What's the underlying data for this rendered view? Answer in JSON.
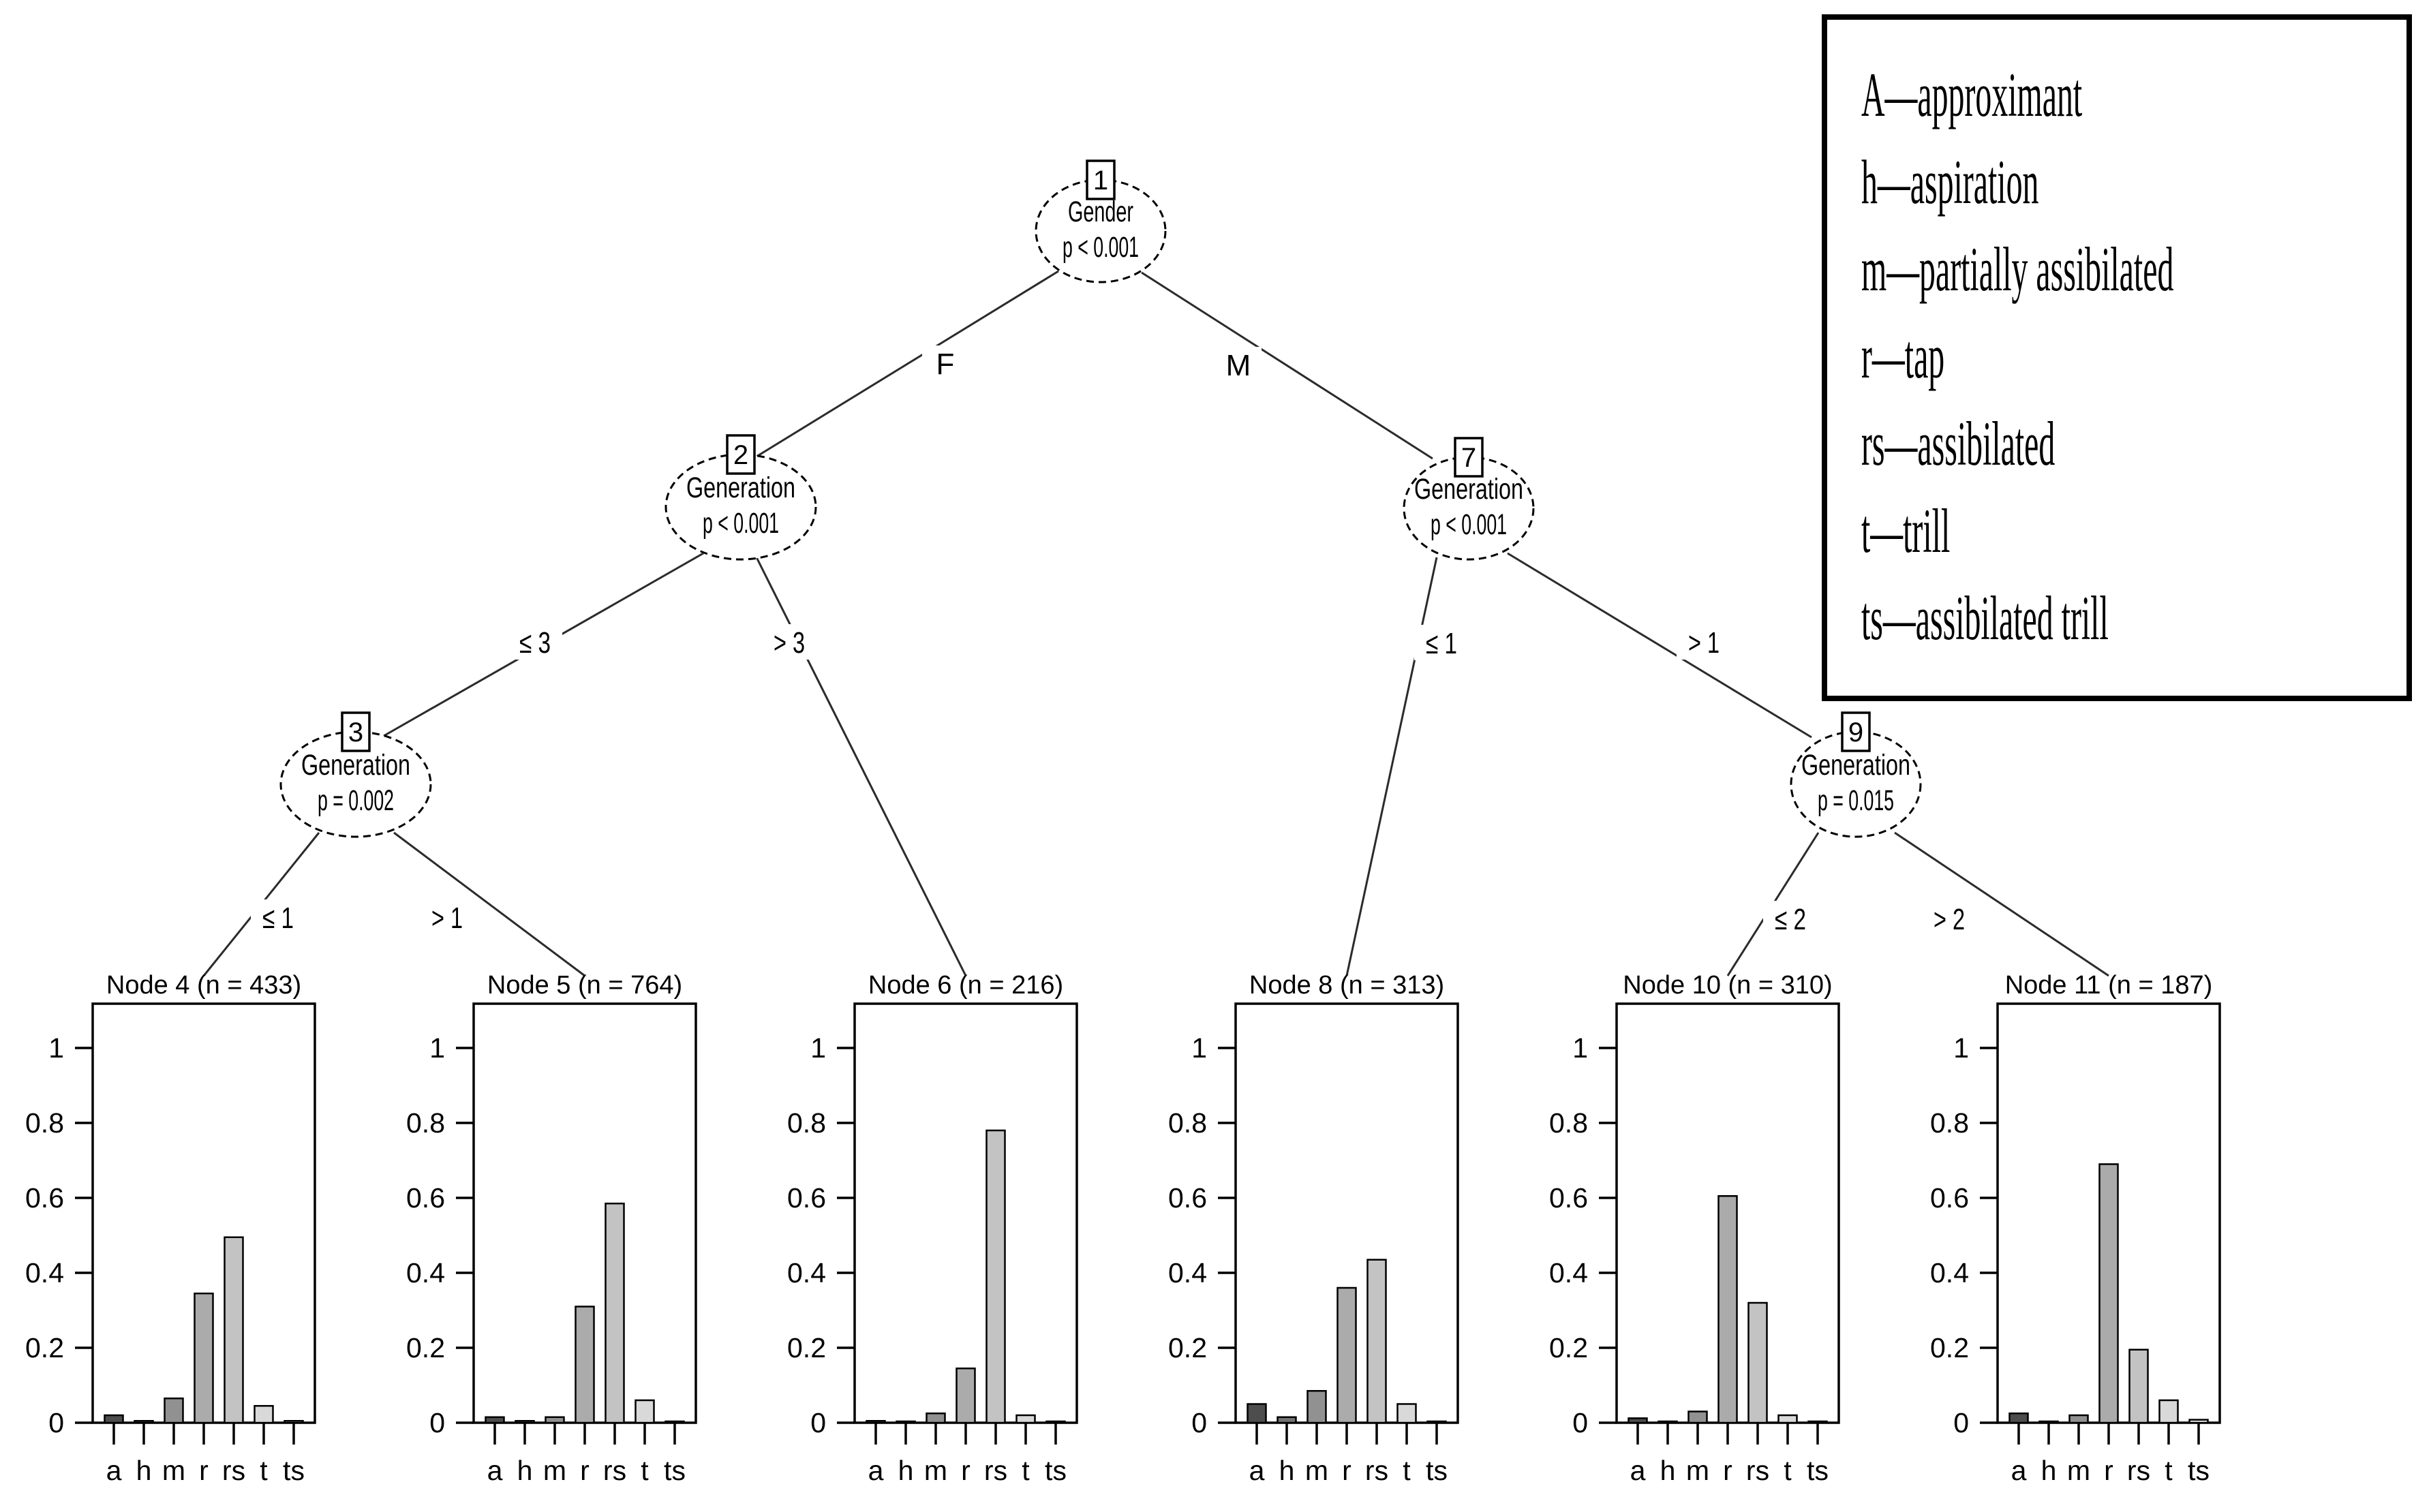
{
  "figure": {
    "background": "#ffffff",
    "bar_colors": [
      "#4D4D4D",
      "#737373",
      "#919191",
      "#ABABAB",
      "#C3C3C3",
      "#D9D9D9",
      "#EDEDED"
    ],
    "line_color": "#2b2b2b",
    "text_color": "#000000"
  },
  "legend": {
    "separator": "—",
    "items": [
      {
        "code": "A",
        "name": "approximant"
      },
      {
        "code": "h",
        "name": "aspiration"
      },
      {
        "code": "m",
        "name": "partially assibilated"
      },
      {
        "code": "r",
        "name": "tap"
      },
      {
        "code": "rs",
        "name": "assibilated"
      },
      {
        "code": "t",
        "name": "trill"
      },
      {
        "code": "ts",
        "name": "assibilated trill"
      }
    ]
  },
  "tree": {
    "inner_nodes": [
      {
        "id": "1",
        "variable": "Gender",
        "p_value": "p < 0.001"
      },
      {
        "id": "2",
        "variable": "Generation",
        "p_value": "p < 0.001"
      },
      {
        "id": "3",
        "variable": "Generation",
        "p_value": "p = 0.002"
      },
      {
        "id": "7",
        "variable": "Generation",
        "p_value": "p < 0.001"
      },
      {
        "id": "9",
        "variable": "Generation",
        "p_value": "p = 0.015"
      }
    ],
    "edge_labels": [
      "F",
      "M",
      "≤ 3",
      "> 3",
      "≤ 1",
      "> 1",
      "≤ 1",
      "> 1",
      "≤ 2",
      "> 2"
    ]
  },
  "chart_data": [
    {
      "type": "bar",
      "title": "Node 4 (n = 433)",
      "node_id": 4,
      "n": 433,
      "categories": [
        "a",
        "h",
        "m",
        "r",
        "rs",
        "t",
        "ts"
      ],
      "values": [
        0.02,
        0.005,
        0.065,
        0.345,
        0.495,
        0.045,
        0.005
      ],
      "ylim": [
        0,
        1.1
      ],
      "yticks": [
        0,
        0.2,
        0.4,
        0.6,
        0.8,
        1
      ],
      "grid": false
    },
    {
      "type": "bar",
      "title": "Node 5 (n = 764)",
      "node_id": 5,
      "n": 764,
      "categories": [
        "a",
        "h",
        "m",
        "r",
        "rs",
        "t",
        "ts"
      ],
      "values": [
        0.015,
        0.005,
        0.015,
        0.31,
        0.585,
        0.06,
        0.003
      ],
      "ylim": [
        0,
        1.1
      ],
      "yticks": [
        0,
        0.2,
        0.4,
        0.6,
        0.8,
        1
      ],
      "grid": false
    },
    {
      "type": "bar",
      "title": "Node 6 (n = 216)",
      "node_id": 6,
      "n": 216,
      "categories": [
        "a",
        "h",
        "m",
        "r",
        "rs",
        "t",
        "ts"
      ],
      "values": [
        0.005,
        0.002,
        0.025,
        0.145,
        0.78,
        0.02,
        0.002
      ],
      "ylim": [
        0,
        1.1
      ],
      "yticks": [
        0,
        0.2,
        0.4,
        0.6,
        0.8,
        1
      ],
      "grid": false
    },
    {
      "type": "bar",
      "title": "Node 8 (n = 313)",
      "node_id": 8,
      "n": 313,
      "categories": [
        "a",
        "h",
        "m",
        "r",
        "rs",
        "t",
        "ts"
      ],
      "values": [
        0.05,
        0.015,
        0.085,
        0.36,
        0.435,
        0.05,
        0.002
      ],
      "ylim": [
        0,
        1.1
      ],
      "yticks": [
        0,
        0.2,
        0.4,
        0.6,
        0.8,
        1
      ],
      "grid": false
    },
    {
      "type": "bar",
      "title": "Node 10 (n = 310)",
      "node_id": 10,
      "n": 310,
      "categories": [
        "a",
        "h",
        "m",
        "r",
        "rs",
        "t",
        "ts"
      ],
      "values": [
        0.012,
        0.002,
        0.03,
        0.605,
        0.32,
        0.02,
        0.002
      ],
      "ylim": [
        0,
        1.1
      ],
      "yticks": [
        0,
        0.2,
        0.4,
        0.6,
        0.8,
        1
      ],
      "grid": false
    },
    {
      "type": "bar",
      "title": "Node 11 (n = 187)",
      "node_id": 11,
      "n": 187,
      "categories": [
        "a",
        "h",
        "m",
        "r",
        "rs",
        "t",
        "ts"
      ],
      "values": [
        0.025,
        0.002,
        0.02,
        0.69,
        0.195,
        0.06,
        0.008
      ],
      "ylim": [
        0,
        1.1
      ],
      "yticks": [
        0,
        0.2,
        0.4,
        0.6,
        0.8,
        1
      ],
      "grid": false
    }
  ]
}
